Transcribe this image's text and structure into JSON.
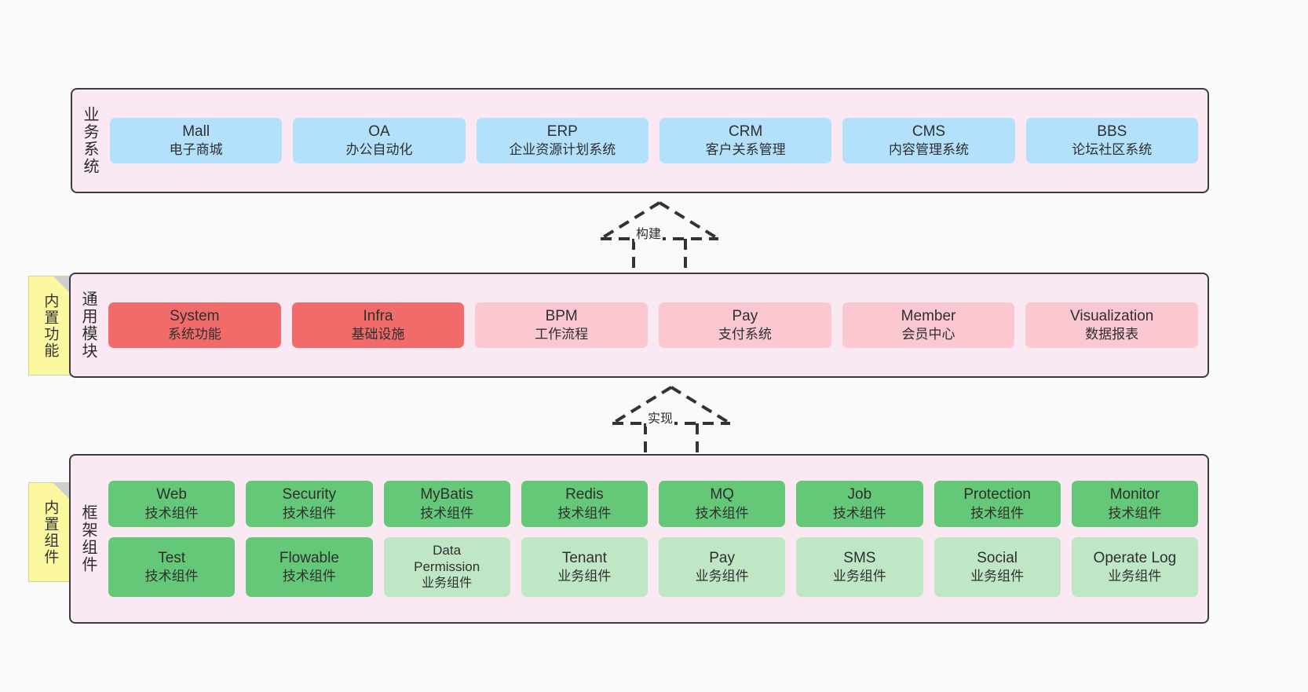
{
  "layers": [
    {
      "id": "business-systems",
      "label": "业务系统",
      "sticky": null,
      "rows": [
        {
          "style": "c-blue",
          "nodes": [
            {
              "t1": "Mall",
              "t2": "电子商城"
            },
            {
              "t1": "OA",
              "t2": "办公自动化"
            },
            {
              "t1": "ERP",
              "t2": "企业资源计划系统"
            },
            {
              "t1": "CRM",
              "t2": "客户关系管理"
            },
            {
              "t1": "CMS",
              "t2": "内容管理系统"
            },
            {
              "t1": "BBS",
              "t2": "论坛社区系统"
            }
          ]
        }
      ]
    },
    {
      "id": "common-modules",
      "label": "通用模块",
      "sticky": "内置功能",
      "rows": [
        {
          "style": "mixed",
          "nodes": [
            {
              "t1": "System",
              "t2": "系统功能",
              "style": "c-red"
            },
            {
              "t1": "Infra",
              "t2": "基础设施",
              "style": "c-red"
            },
            {
              "t1": "BPM",
              "t2": "工作流程",
              "style": "c-pink"
            },
            {
              "t1": "Pay",
              "t2": "支付系统",
              "style": "c-pink"
            },
            {
              "t1": "Member",
              "t2": "会员中心",
              "style": "c-pink"
            },
            {
              "t1": "Visualization",
              "t2": "数据报表",
              "style": "c-pink"
            }
          ]
        }
      ]
    },
    {
      "id": "framework-components",
      "label": "框架组件",
      "sticky": "内置组件",
      "rows": [
        {
          "style": "mixed",
          "nodes": [
            {
              "t1": "Web",
              "t2": "技术组件",
              "style": "c-green"
            },
            {
              "t1": "Security",
              "t2": "技术组件",
              "style": "c-green"
            },
            {
              "t1": "MyBatis",
              "t2": "技术组件",
              "style": "c-green"
            },
            {
              "t1": "Redis",
              "t2": "技术组件",
              "style": "c-green"
            },
            {
              "t1": "MQ",
              "t2": "技术组件",
              "style": "c-green"
            },
            {
              "t1": "Job",
              "t2": "技术组件",
              "style": "c-green"
            },
            {
              "t1": "Protection",
              "t2": "技术组件",
              "style": "c-green"
            },
            {
              "t1": "Monitor",
              "t2": "技术组件",
              "style": "c-green"
            }
          ]
        },
        {
          "style": "mixed",
          "nodes": [
            {
              "t1": "Test",
              "t2": "技术组件",
              "style": "c-green"
            },
            {
              "t1": "Flowable",
              "t2": "技术组件",
              "style": "c-green"
            },
            {
              "t1": "Data Permission",
              "t2": "业务组件",
              "style": "c-lightgreen",
              "small": true
            },
            {
              "t1": "Tenant",
              "t2": "业务组件",
              "style": "c-lightgreen"
            },
            {
              "t1": "Pay",
              "t2": "业务组件",
              "style": "c-lightgreen"
            },
            {
              "t1": "SMS",
              "t2": "业务组件",
              "style": "c-lightgreen"
            },
            {
              "t1": "Social",
              "t2": "业务组件",
              "style": "c-lightgreen"
            },
            {
              "t1": "Operate Log",
              "t2": "业务组件",
              "style": "c-lightgreen"
            }
          ]
        }
      ]
    }
  ],
  "connectors": [
    {
      "id": "build",
      "label": "构建"
    },
    {
      "id": "implement",
      "label": "实现"
    }
  ],
  "colors": {
    "band_bg": "#fae9f2",
    "band_border": "#3b3b46",
    "sticky_bg": "#fbf8a0",
    "blue": "#b3e0fb",
    "red": "#f26b6b",
    "pink": "#fbc7d0",
    "green": "#64c878",
    "light_green": "#bfe7c6",
    "canvas_bg": "#fafafa"
  }
}
